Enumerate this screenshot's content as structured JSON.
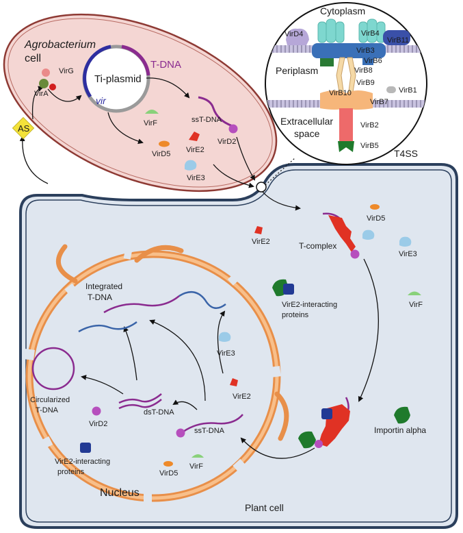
{
  "colors": {
    "plant_cell_fill": "#dfe6ef",
    "plant_cell_stroke": "#2b3f5c",
    "bacterium_fill": "#f4d6d3",
    "bacterium_stroke": "#8e3a34",
    "nucleus_membrane": "#f4a868",
    "ssdna": "#8a2b8f",
    "dsdna_blue": "#3a64a8",
    "virE2": "#e03224",
    "virE3": "#9bcbe8",
    "virD5": "#ee8a2a",
    "virF": "#89d17a",
    "virD2": "#b64fbd",
    "interacting_green": "#1f7a2c",
    "interacting_blue": "#223a94",
    "as_diamond": "#f3e23a"
  },
  "bacterium": {
    "name_italic": "Agrobacterium",
    "name_rest": "cell",
    "virG": "VirG",
    "virA": "VirA",
    "ti_plasmid": "Ti-plasmid",
    "tdna": "T-DNA",
    "vir": "vir",
    "virF": "VirF",
    "ss_tdna": "ssT-DNA",
    "virD5": "VirD5",
    "virE2": "VirE2",
    "virD2": "VirD2",
    "virE3": "VirE3"
  },
  "signal": "AS",
  "t4ss": {
    "title": "T4SS",
    "cytoplasm": "Cytoplasm",
    "periplasm": "Periplasm",
    "extracellular_1": "Extracellular",
    "extracellular_2": "space",
    "virD4": "VirD4",
    "virB4": "VirB4",
    "virB11": "VirB11",
    "virB3": "VirB3",
    "virB6": "VirB6",
    "virB8": "VirB8",
    "virB9": "VirB9",
    "virB10": "VirB10",
    "virB1": "VirB1",
    "virB7": "VirB7",
    "virB2": "VirB2",
    "virB5": "VirB5"
  },
  "plant": {
    "cell_label": "Plant cell",
    "virE2": "VirE2",
    "t_complex": "T-complex",
    "virD5": "VirD5",
    "virE3": "VirE3",
    "interacting_1": "VirE2-interacting",
    "interacting_2": "proteins",
    "virF": "VirF",
    "importin": "Importin alpha"
  },
  "nucleus": {
    "label": "Nucleus",
    "integrated_1": "Integrated",
    "integrated_2": "T-DNA",
    "virE3": "VirE3",
    "circularized_1": "Circularized",
    "circularized_2": "T-DNA",
    "virE2": "VirE2",
    "ds_tdna": "dsT-DNA",
    "virD2": "VirD2",
    "ss_tdna": "ssT-DNA",
    "interacting_1": "VirE2-interacting",
    "interacting_2": "proteins",
    "virD5": "VirD5",
    "virF": "VirF"
  }
}
